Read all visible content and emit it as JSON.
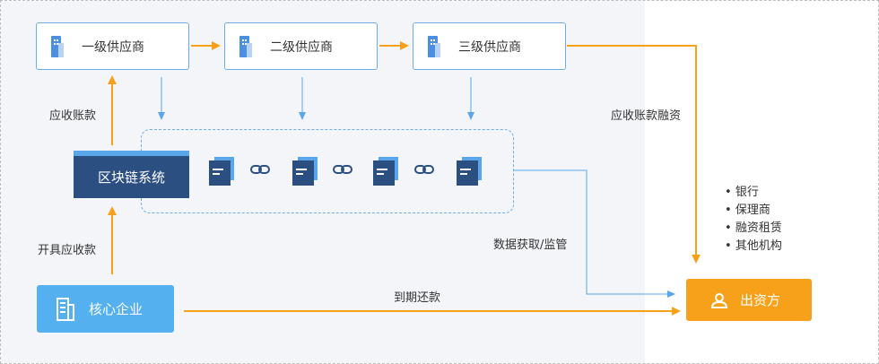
{
  "suppliers": [
    {
      "label": "一级供应商"
    },
    {
      "label": "二级供应商"
    },
    {
      "label": "三级供应商"
    }
  ],
  "blockchain": {
    "label": "区块链系统"
  },
  "core_enterprise": {
    "label": "核心企业"
  },
  "funder": {
    "label": "出资方"
  },
  "edge_labels": {
    "receivables": "应收账款",
    "issue_receivables": "开具应收款",
    "receivables_financing": "应收账款融资",
    "data_access": "数据获取/监管",
    "repayment": "到期还款"
  },
  "funder_types": [
    "银行",
    "保理商",
    "融资租赁",
    "其他机构"
  ],
  "colors": {
    "orange": "#f7a019",
    "blue": "#55b0f0",
    "dark_blue": "#2c4f82",
    "border_blue": "#6aaee8"
  }
}
